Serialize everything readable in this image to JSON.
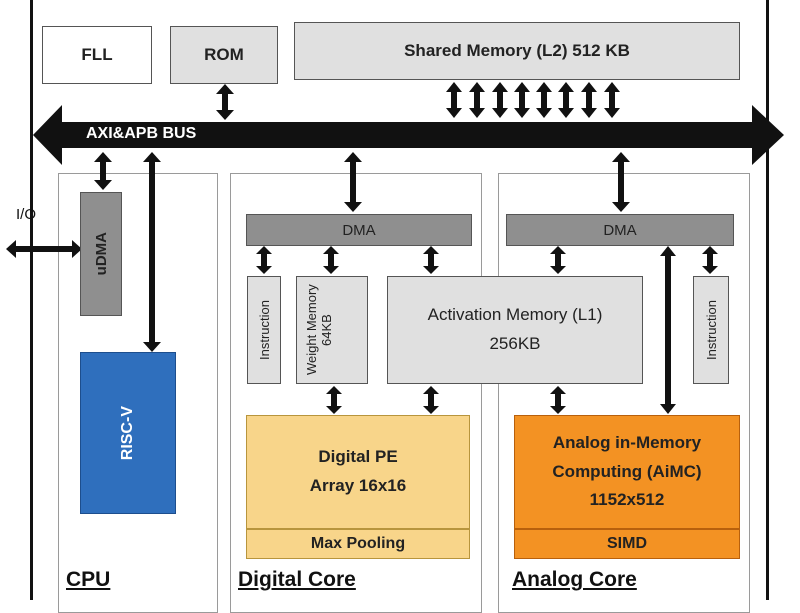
{
  "top": {
    "fll": "FLL",
    "rom": "ROM",
    "shared_memory": "Shared Memory (L2) 512 KB"
  },
  "bus": {
    "label": "AXI&APB BUS"
  },
  "io": {
    "label": "I/O"
  },
  "cpu": {
    "title": "CPU",
    "udma": "uDMA",
    "riscv": "RISC-V"
  },
  "digital_core": {
    "title": "Digital Core",
    "dma": "DMA",
    "instruction": "Instruction",
    "weight_memory": "Weight Memory 64KB",
    "activation_memory": "Activation Memory (L1) 256KB",
    "pe_array": "Digital PE Array 16x16",
    "max_pooling": "Max Pooling"
  },
  "analog_core": {
    "title": "Analog Core",
    "dma": "DMA",
    "instruction": "Instruction",
    "aimc": "Analog in-Memory Computing (AiMC) 1152x512",
    "simd": "SIMD"
  },
  "colors": {
    "block_light": "#e0e0e0",
    "block_dark": "#8f8f8f",
    "riscv": "#2f6fbd",
    "pe_array": "#f8d58a",
    "aimc": "#f39223",
    "bus": "#111111"
  }
}
